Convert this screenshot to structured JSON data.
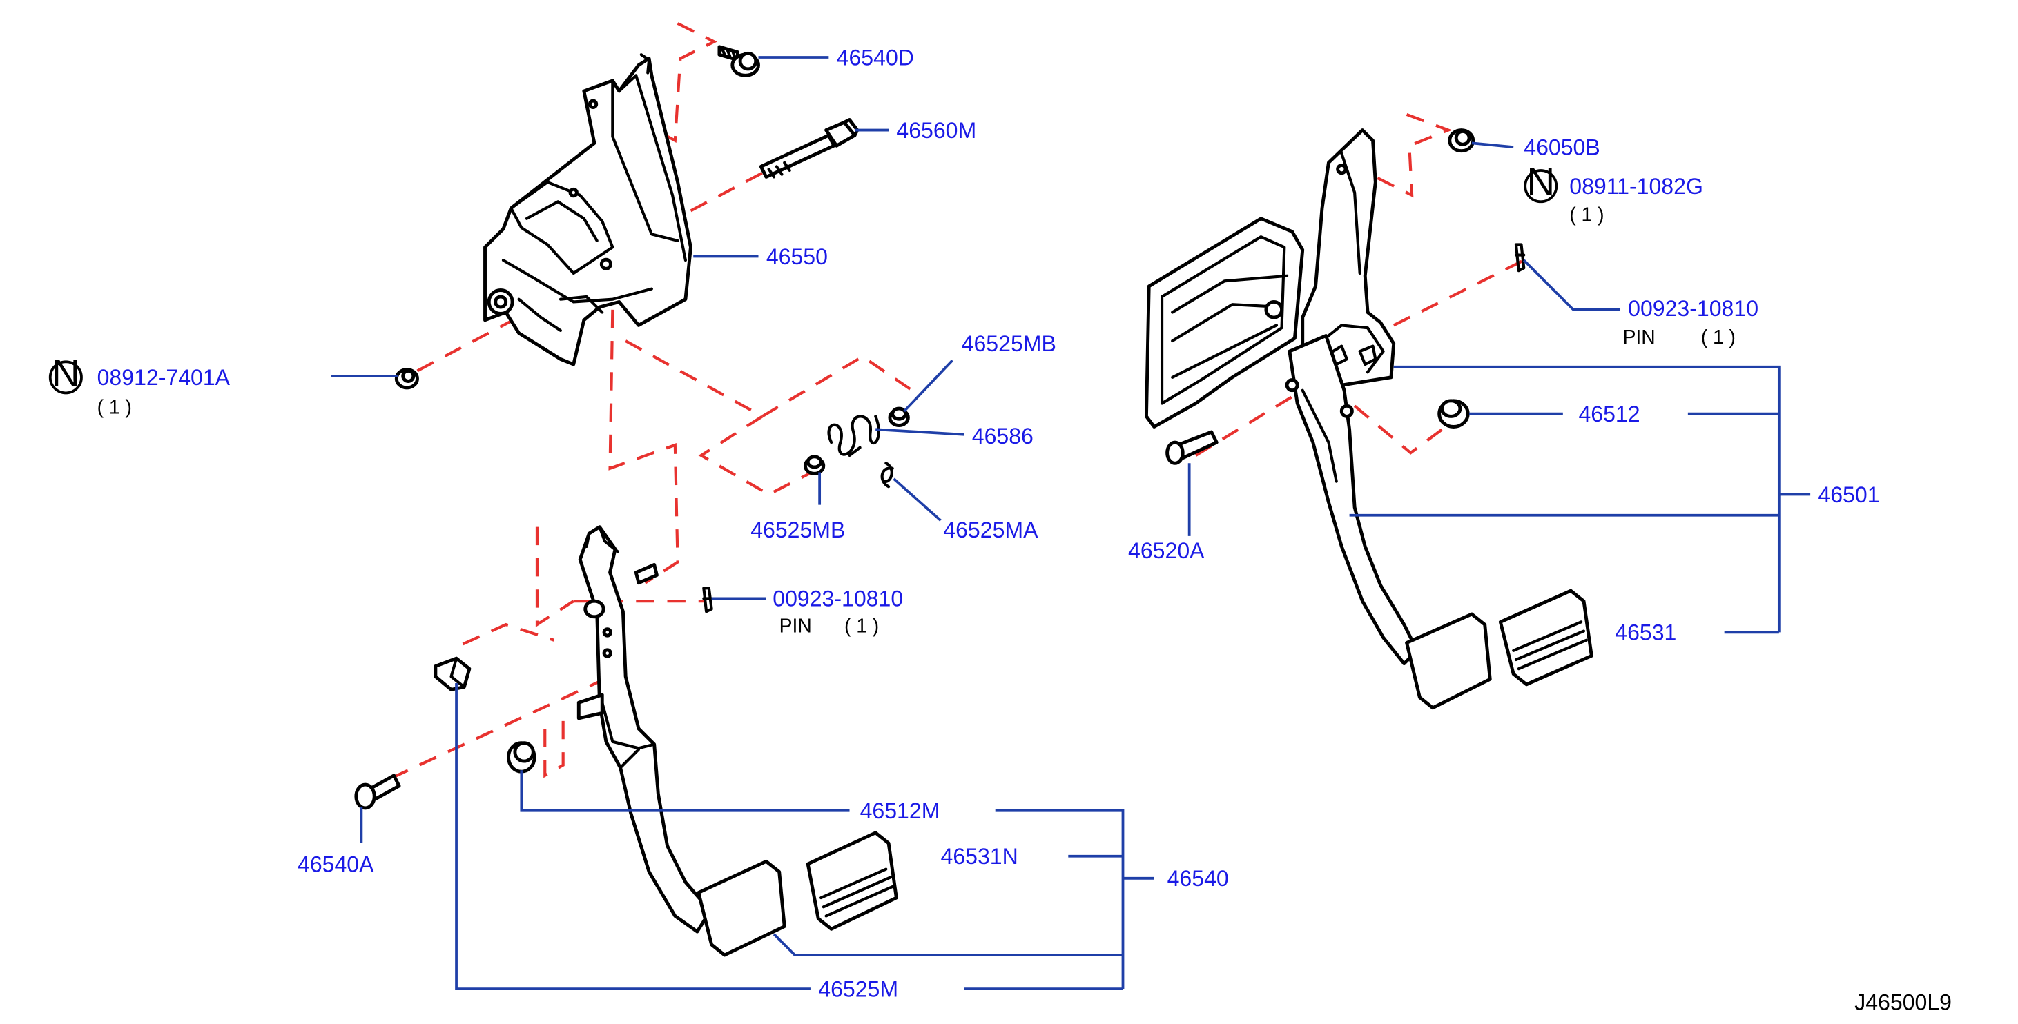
{
  "colors": {
    "callout_text": "#1a1ae6",
    "leader_line": "#1f3fa8",
    "phantom_line": "#e8322f",
    "outline": "#000000"
  },
  "diagram_ref": "J46500L9",
  "callouts": {
    "p46540D": "46540D",
    "p46560M": "46560M",
    "p46550": "46550",
    "p08912_7401A": "08912-7401A",
    "p08912_qty": "( 1 )",
    "p46525MB_top": "46525MB",
    "p46586": "46586",
    "p46525MB_bottom": "46525MB",
    "p46525MA": "46525MA",
    "p00923_10810_left": "00923-10810",
    "pin_left_label": "PIN",
    "pin_left_qty": "( 1 )",
    "p46540A": "46540A",
    "p46512M": "46512M",
    "p46531N": "46531N",
    "p46540": "46540",
    "p46525M": "46525M",
    "p46050B": "46050B",
    "p08911_1082G": "08911-1082G",
    "p08911_qty": "( 1 )",
    "p00923_10810_right": "00923-10810",
    "pin_right_label": "PIN",
    "pin_right_qty": "( 1 )",
    "p46512": "46512",
    "p46501": "46501",
    "p46520A": "46520A",
    "p46531": "46531"
  },
  "n_marker": "N"
}
